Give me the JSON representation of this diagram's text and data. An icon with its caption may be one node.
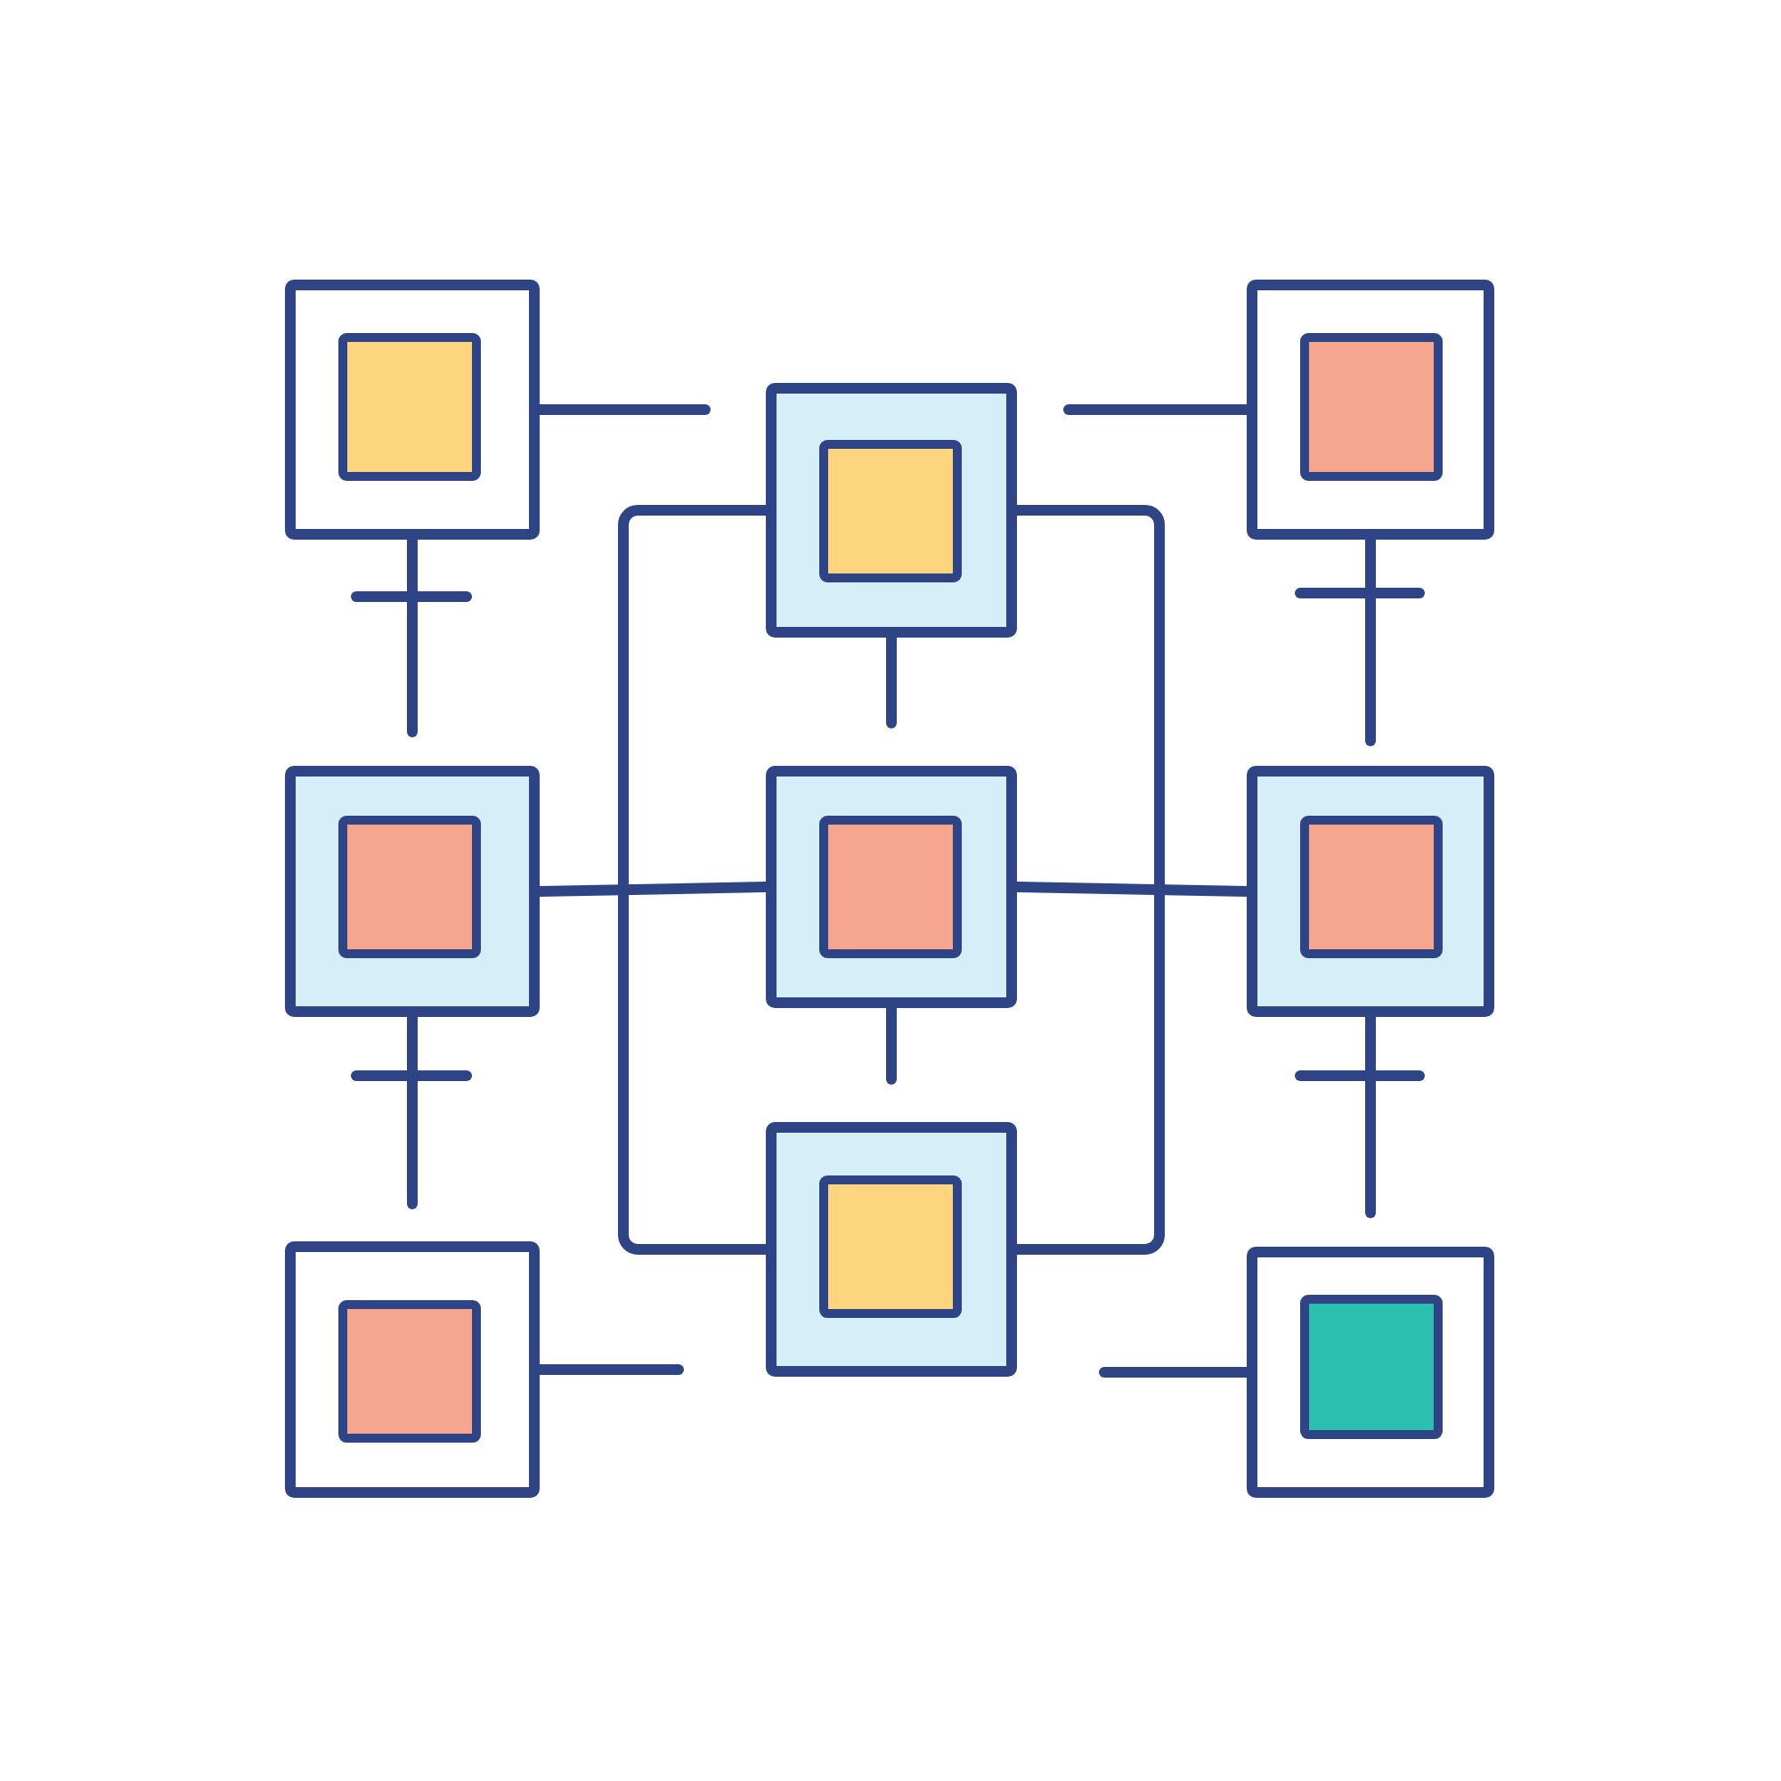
{
  "diagram": {
    "nodes": [
      {
        "text": [],
        "shape": "box"
      },
      {
        "text": [],
        "shape": "box",
        "in": 0
      },
      {
        "text": [],
        "shape": "box"
      },
      {
        "text": [],
        "shape": "box",
        "in": 2
      },
      {
        "text": [],
        "shape": "box"
      },
      {
        "text": [],
        "shape": "box",
        "in": 4
      },
      {
        "text": [],
        "shape": "box"
      },
      {
        "text": [],
        "shape": "box",
        "in": 6
      },
      {
        "text": [],
        "shape": "box"
      },
      {
        "text": [],
        "shape": "box",
        "in": 8
      },
      {
        "text": [],
        "shape": "box"
      },
      {
        "text": [],
        "shape": "box",
        "in": 10
      },
      {
        "text": [],
        "shape": "box"
      },
      {
        "text": [],
        "shape": "box",
        "in": 12
      },
      {
        "text": [],
        "shape": "box"
      },
      {
        "text": [],
        "shape": "box",
        "in": 14
      },
      {
        "text": [],
        "shape": "box"
      },
      {
        "text": [],
        "shape": "box",
        "in": 16
      }
    ],
    "edges": [
      {
        "from": 0,
        "to": null,
        "arrow": "none"
      },
      {
        "from": 4,
        "to": null,
        "arrow": "none"
      },
      {
        "from": 12,
        "to": null,
        "arrow": "none"
      },
      {
        "from": 16,
        "to": null,
        "arrow": "none"
      },
      {
        "from": 0,
        "to": null,
        "arrow": "none"
      },
      {
        "from": 4,
        "to": null,
        "arrow": "none"
      },
      {
        "from": 6,
        "to": null,
        "arrow": "none"
      },
      {
        "from": 10,
        "to": null,
        "arrow": "none"
      },
      {
        "from": 2,
        "to": null,
        "arrow": "none"
      },
      {
        "from": 8,
        "to": null,
        "arrow": "none"
      },
      {
        "from": 6,
        "to": 8,
        "arrow": "none"
      },
      {
        "from": 8,
        "to": 10,
        "arrow": "none"
      },
      {
        "from": 2,
        "to": 14,
        "arrow": "none"
      },
      {
        "from": 2,
        "to": 14,
        "arrow": "none"
      }
    ]
  }
}
